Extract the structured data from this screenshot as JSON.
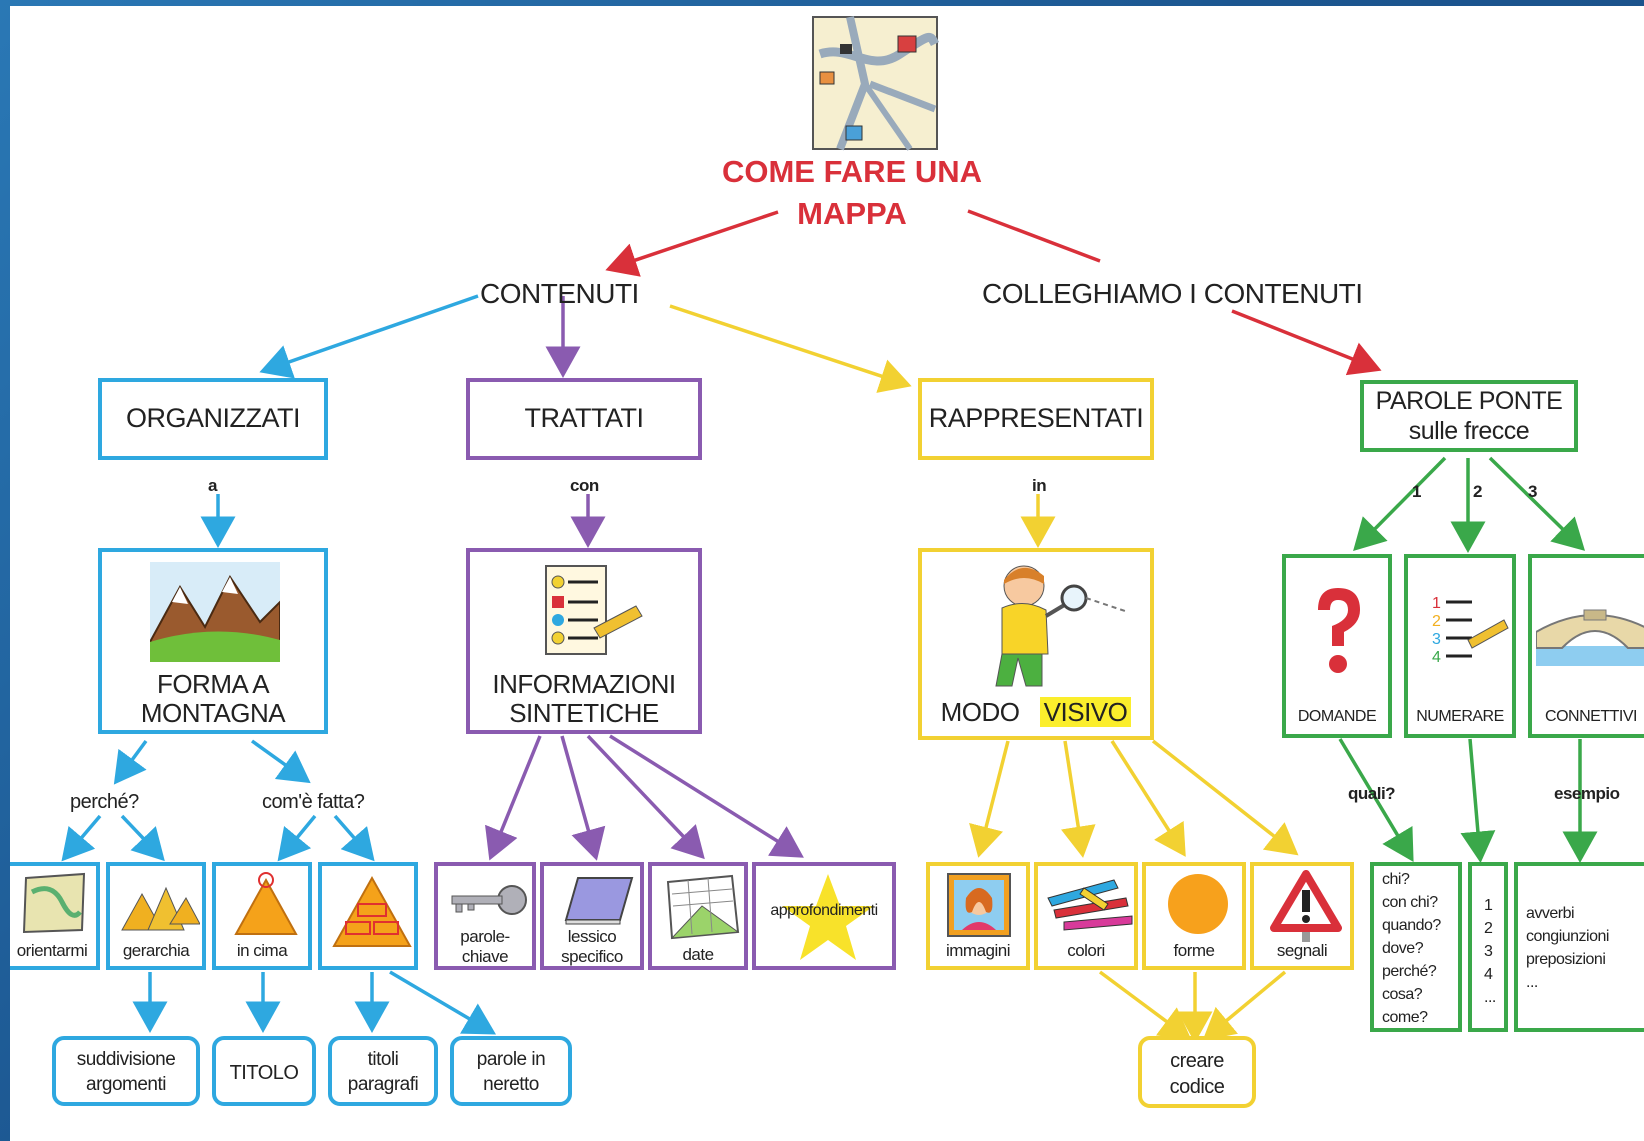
{
  "title_line1": "COME FARE UNA",
  "title_line2": "MAPPA",
  "branch_left": "CONTENUTI",
  "branch_right": "COLLEGHIAMO I CONTENUTI",
  "col1": {
    "box": "ORGANIZZATI",
    "link": "a",
    "sub_line1": "FORMA A",
    "sub_line2": "MONTAGNA",
    "q1": "perché?",
    "q2": "com'è fatta?",
    "leaves": [
      "orientarmi",
      "gerarchia",
      "in cima",
      ""
    ],
    "bottom": [
      {
        "l1": "suddivisione",
        "l2": "argomenti"
      },
      {
        "l1": "TITOLO",
        "l2": ""
      },
      {
        "l1": "titoli",
        "l2": "paragrafi"
      },
      {
        "l1": "parole in",
        "l2": "neretto"
      }
    ]
  },
  "col2": {
    "box": "TRATTATI",
    "link": "con",
    "sub_line1": "INFORMAZIONI",
    "sub_line2": "SINTETICHE",
    "leaves": [
      {
        "l1": "parole-",
        "l2": "chiave"
      },
      {
        "l1": "lessico",
        "l2": "specifico"
      },
      {
        "l1": "date",
        "l2": ""
      },
      {
        "l1": "approfondimenti",
        "l2": ""
      }
    ]
  },
  "col3": {
    "box": "RAPPRESENTATI",
    "link": "in",
    "sub_word1": "MODO",
    "sub_word2": "VISIVO",
    "leaves": [
      "immagini",
      "colori",
      "forme",
      "segnali"
    ],
    "bottom_l1": "creare",
    "bottom_l2": "codice"
  },
  "col4": {
    "box_line1": "PAROLE PONTE",
    "box_line2": "sulle frecce",
    "num1": "1",
    "num2": "2",
    "num3": "3",
    "cards": [
      "DOMANDE",
      "NUMERARE",
      "CONNETTIVI"
    ],
    "link1": "quali?",
    "link3": "esempio",
    "questions": [
      "chi?",
      "con chi?",
      "quando?",
      "dove?",
      "perché?",
      "cosa?",
      "come?"
    ],
    "numbers": [
      "1",
      "2",
      "3",
      "4",
      "..."
    ],
    "connectives": [
      "avverbi",
      "congiunzioni",
      "preposizioni",
      "..."
    ]
  },
  "colors": {
    "red": "#d9303a",
    "blue": "#2ea8e0",
    "purple": "#8a5bb0",
    "yellow": "#f2d132",
    "green": "#3aa84a"
  }
}
